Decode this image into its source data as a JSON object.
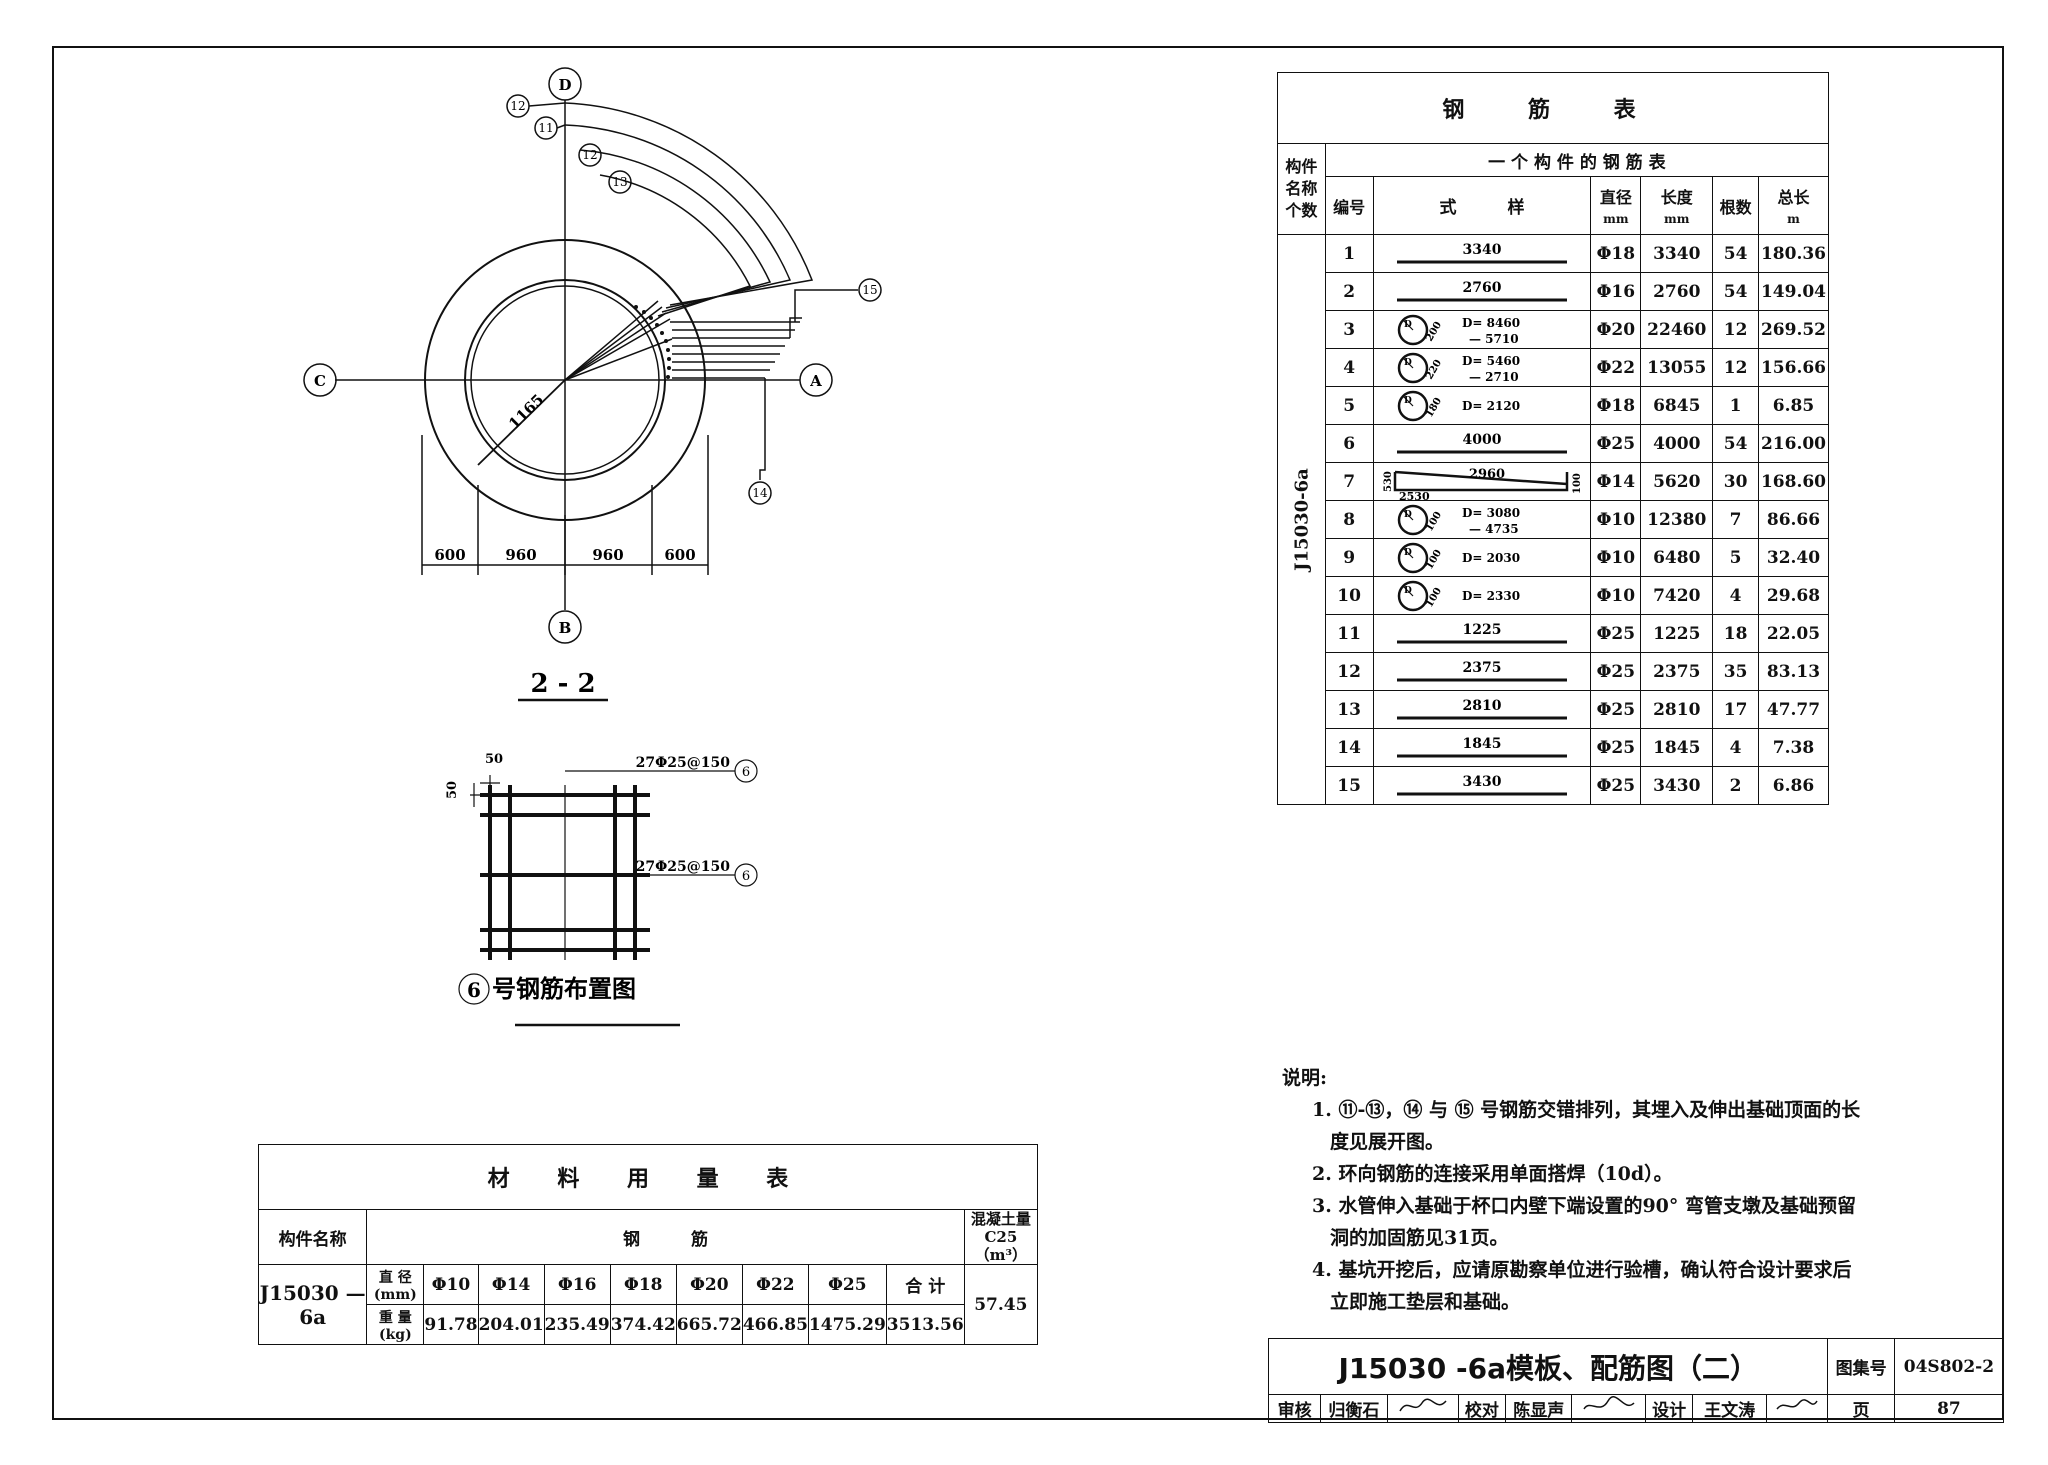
{
  "section": {
    "title": "2 - 2",
    "axes": {
      "top": "D",
      "bottom": "B",
      "left": "C",
      "right": "A"
    },
    "radius_label": "1165",
    "dims": [
      "600",
      "960",
      "960",
      "600"
    ],
    "callouts": [
      "12",
      "11",
      "12",
      "13",
      "15",
      "14"
    ]
  },
  "layout6": {
    "title_num": "6",
    "title_text": "号钢筋布置图",
    "dim_top": "50",
    "dim_left": "50",
    "label_top": "27Φ25@150",
    "label_right": "27Φ25@150",
    "ref": "6"
  },
  "rebar_table": {
    "title": "钢 筋 表",
    "h_component": "构件名称个数",
    "h_one": "一 个 构 件 的 钢 筋 表",
    "h_no": "编号",
    "h_shape": "式　　　样",
    "h_dia": "直径",
    "h_dia_unit": "mm",
    "h_len": "长度",
    "h_len_unit": "mm",
    "h_count": "根数",
    "h_total": "总长",
    "h_total_unit": "m",
    "component": "J15030-6a",
    "rows": [
      {
        "no": "1",
        "shape": "line",
        "text": "3340",
        "dia": "Φ18",
        "len": "3340",
        "n": "54",
        "total": "180.36"
      },
      {
        "no": "2",
        "shape": "line",
        "text": "2760",
        "dia": "Φ16",
        "len": "2760",
        "n": "54",
        "total": "149.04"
      },
      {
        "no": "3",
        "shape": "ring",
        "lap": "200",
        "text": "D= 8460",
        "text2": "— 5710",
        "dia": "Φ20",
        "len": "22460",
        "n": "12",
        "total": "269.52"
      },
      {
        "no": "4",
        "shape": "ring",
        "lap": "220",
        "text": "D= 5460",
        "text2": "— 2710",
        "dia": "Φ22",
        "len": "13055",
        "n": "12",
        "total": "156.66"
      },
      {
        "no": "5",
        "shape": "ring",
        "lap": "180",
        "text": "D= 2120",
        "text2": "",
        "dia": "Φ18",
        "len": "6845",
        "n": "1",
        "total": "6.85"
      },
      {
        "no": "6",
        "shape": "line",
        "text": "4000",
        "dia": "Φ25",
        "len": "4000",
        "n": "54",
        "total": "216.00"
      },
      {
        "no": "7",
        "shape": "bent",
        "text": "2960",
        "a": "530",
        "b": "2530",
        "c": "100",
        "dia": "Φ14",
        "len": "5620",
        "n": "30",
        "total": "168.60"
      },
      {
        "no": "8",
        "shape": "ring",
        "lap": "100",
        "text": "D= 3080",
        "text2": "— 4735",
        "dia": "Φ10",
        "len": "12380",
        "n": "7",
        "total": "86.66"
      },
      {
        "no": "9",
        "shape": "ring",
        "lap": "100",
        "text": "D= 2030",
        "text2": "",
        "dia": "Φ10",
        "len": "6480",
        "n": "5",
        "total": "32.40"
      },
      {
        "no": "10",
        "shape": "ring",
        "lap": "100",
        "text": "D= 2330",
        "text2": "",
        "dia": "Φ10",
        "len": "7420",
        "n": "4",
        "total": "29.68"
      },
      {
        "no": "11",
        "shape": "line",
        "text": "1225",
        "dia": "Φ25",
        "len": "1225",
        "n": "18",
        "total": "22.05"
      },
      {
        "no": "12",
        "shape": "line",
        "text": "2375",
        "dia": "Φ25",
        "len": "2375",
        "n": "35",
        "total": "83.13"
      },
      {
        "no": "13",
        "shape": "line",
        "text": "2810",
        "dia": "Φ25",
        "len": "2810",
        "n": "17",
        "total": "47.77"
      },
      {
        "no": "14",
        "shape": "line",
        "text": "1845",
        "dia": "Φ25",
        "len": "1845",
        "n": "4",
        "total": "7.38"
      },
      {
        "no": "15",
        "shape": "line",
        "text": "3430",
        "dia": "Φ25",
        "len": "3430",
        "n": "2",
        "total": "6.86"
      }
    ]
  },
  "material_table": {
    "title": "材 料 用 量 表",
    "h_component": "构件名称",
    "h_steel": "钢　　　筋",
    "h_concrete": "混凝土量",
    "h_concrete_sub": "C25（m³）",
    "component": "J15030 — 6a",
    "r1_label": "直 径(mm)",
    "r2_label": "重 量(kg)",
    "diameters": [
      "Φ10",
      "Φ14",
      "Φ16",
      "Φ18",
      "Φ20",
      "Φ22",
      "Φ25",
      "合 计"
    ],
    "weights": [
      "91.78",
      "204.01",
      "235.49",
      "374.42",
      "665.72",
      "466.85",
      "1475.29",
      "3513.56"
    ],
    "concrete": "57.45"
  },
  "notes": {
    "heading": "说明:",
    "items": [
      "1. ⑪-⑬，⑭ 与 ⑮ 号钢筋交错排列，其埋入及伸出基础顶面的长度见展开图。",
      "2. 环向钢筋的连接采用单面搭焊（10d）。",
      "3. 水管伸入基础于杯口内壁下端设置的90° 弯管支墩及基础预留洞的加固筋见31页。",
      "4. 基坑开挖后，应请原勘察单位进行验槽，确认符合设计要求后立即施工垫层和基础。"
    ]
  },
  "title_block": {
    "drawing_title": "J15030 -6a模板、配筋图（二）",
    "atlas_label": "图集号",
    "atlas_no": "04S802-2",
    "review_label": "审核",
    "reviewer": "归衡石",
    "check_label": "校对",
    "checker": "陈显声",
    "design_label": "设计",
    "designer": "王文涛",
    "page_label": "页",
    "page_no": "87"
  }
}
